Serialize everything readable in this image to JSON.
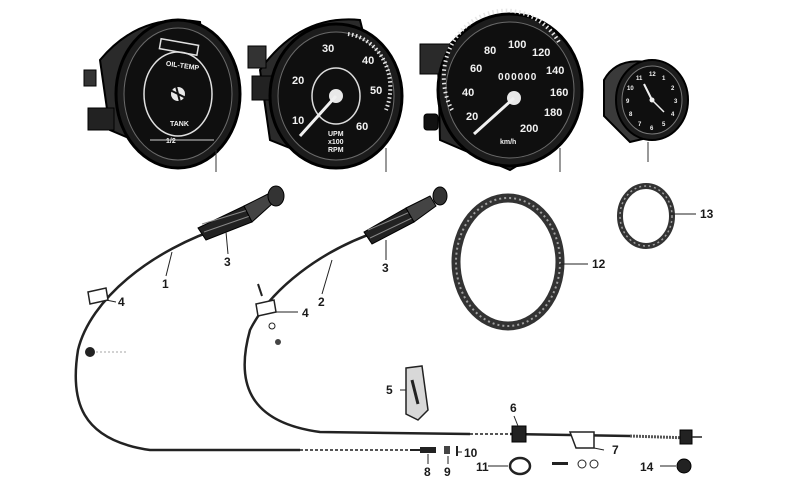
{
  "callouts": [
    "1",
    "2",
    "3",
    "3",
    "4",
    "4",
    "5",
    "6",
    "7",
    "8",
    "9",
    "10",
    "11",
    "12",
    "13",
    "14"
  ],
  "oil_gauge": {
    "top_label": "OIL-TEMP",
    "bottom_label": "TANK",
    "fraction": "1/2"
  },
  "tachometer": {
    "scale": [
      "10",
      "20",
      "30",
      "40",
      "50",
      "60"
    ],
    "unit_lines": [
      "UPM",
      "x100",
      "RPM"
    ]
  },
  "speedometer": {
    "scale": [
      "20",
      "40",
      "60",
      "80",
      "100",
      "120",
      "140",
      "160",
      "180",
      "200"
    ],
    "odometer": "000000",
    "unit": "km/h"
  },
  "clock": {
    "hours": [
      "12",
      "1",
      "2",
      "3",
      "4",
      "5",
      "6",
      "7",
      "8",
      "9",
      "10",
      "11"
    ]
  }
}
